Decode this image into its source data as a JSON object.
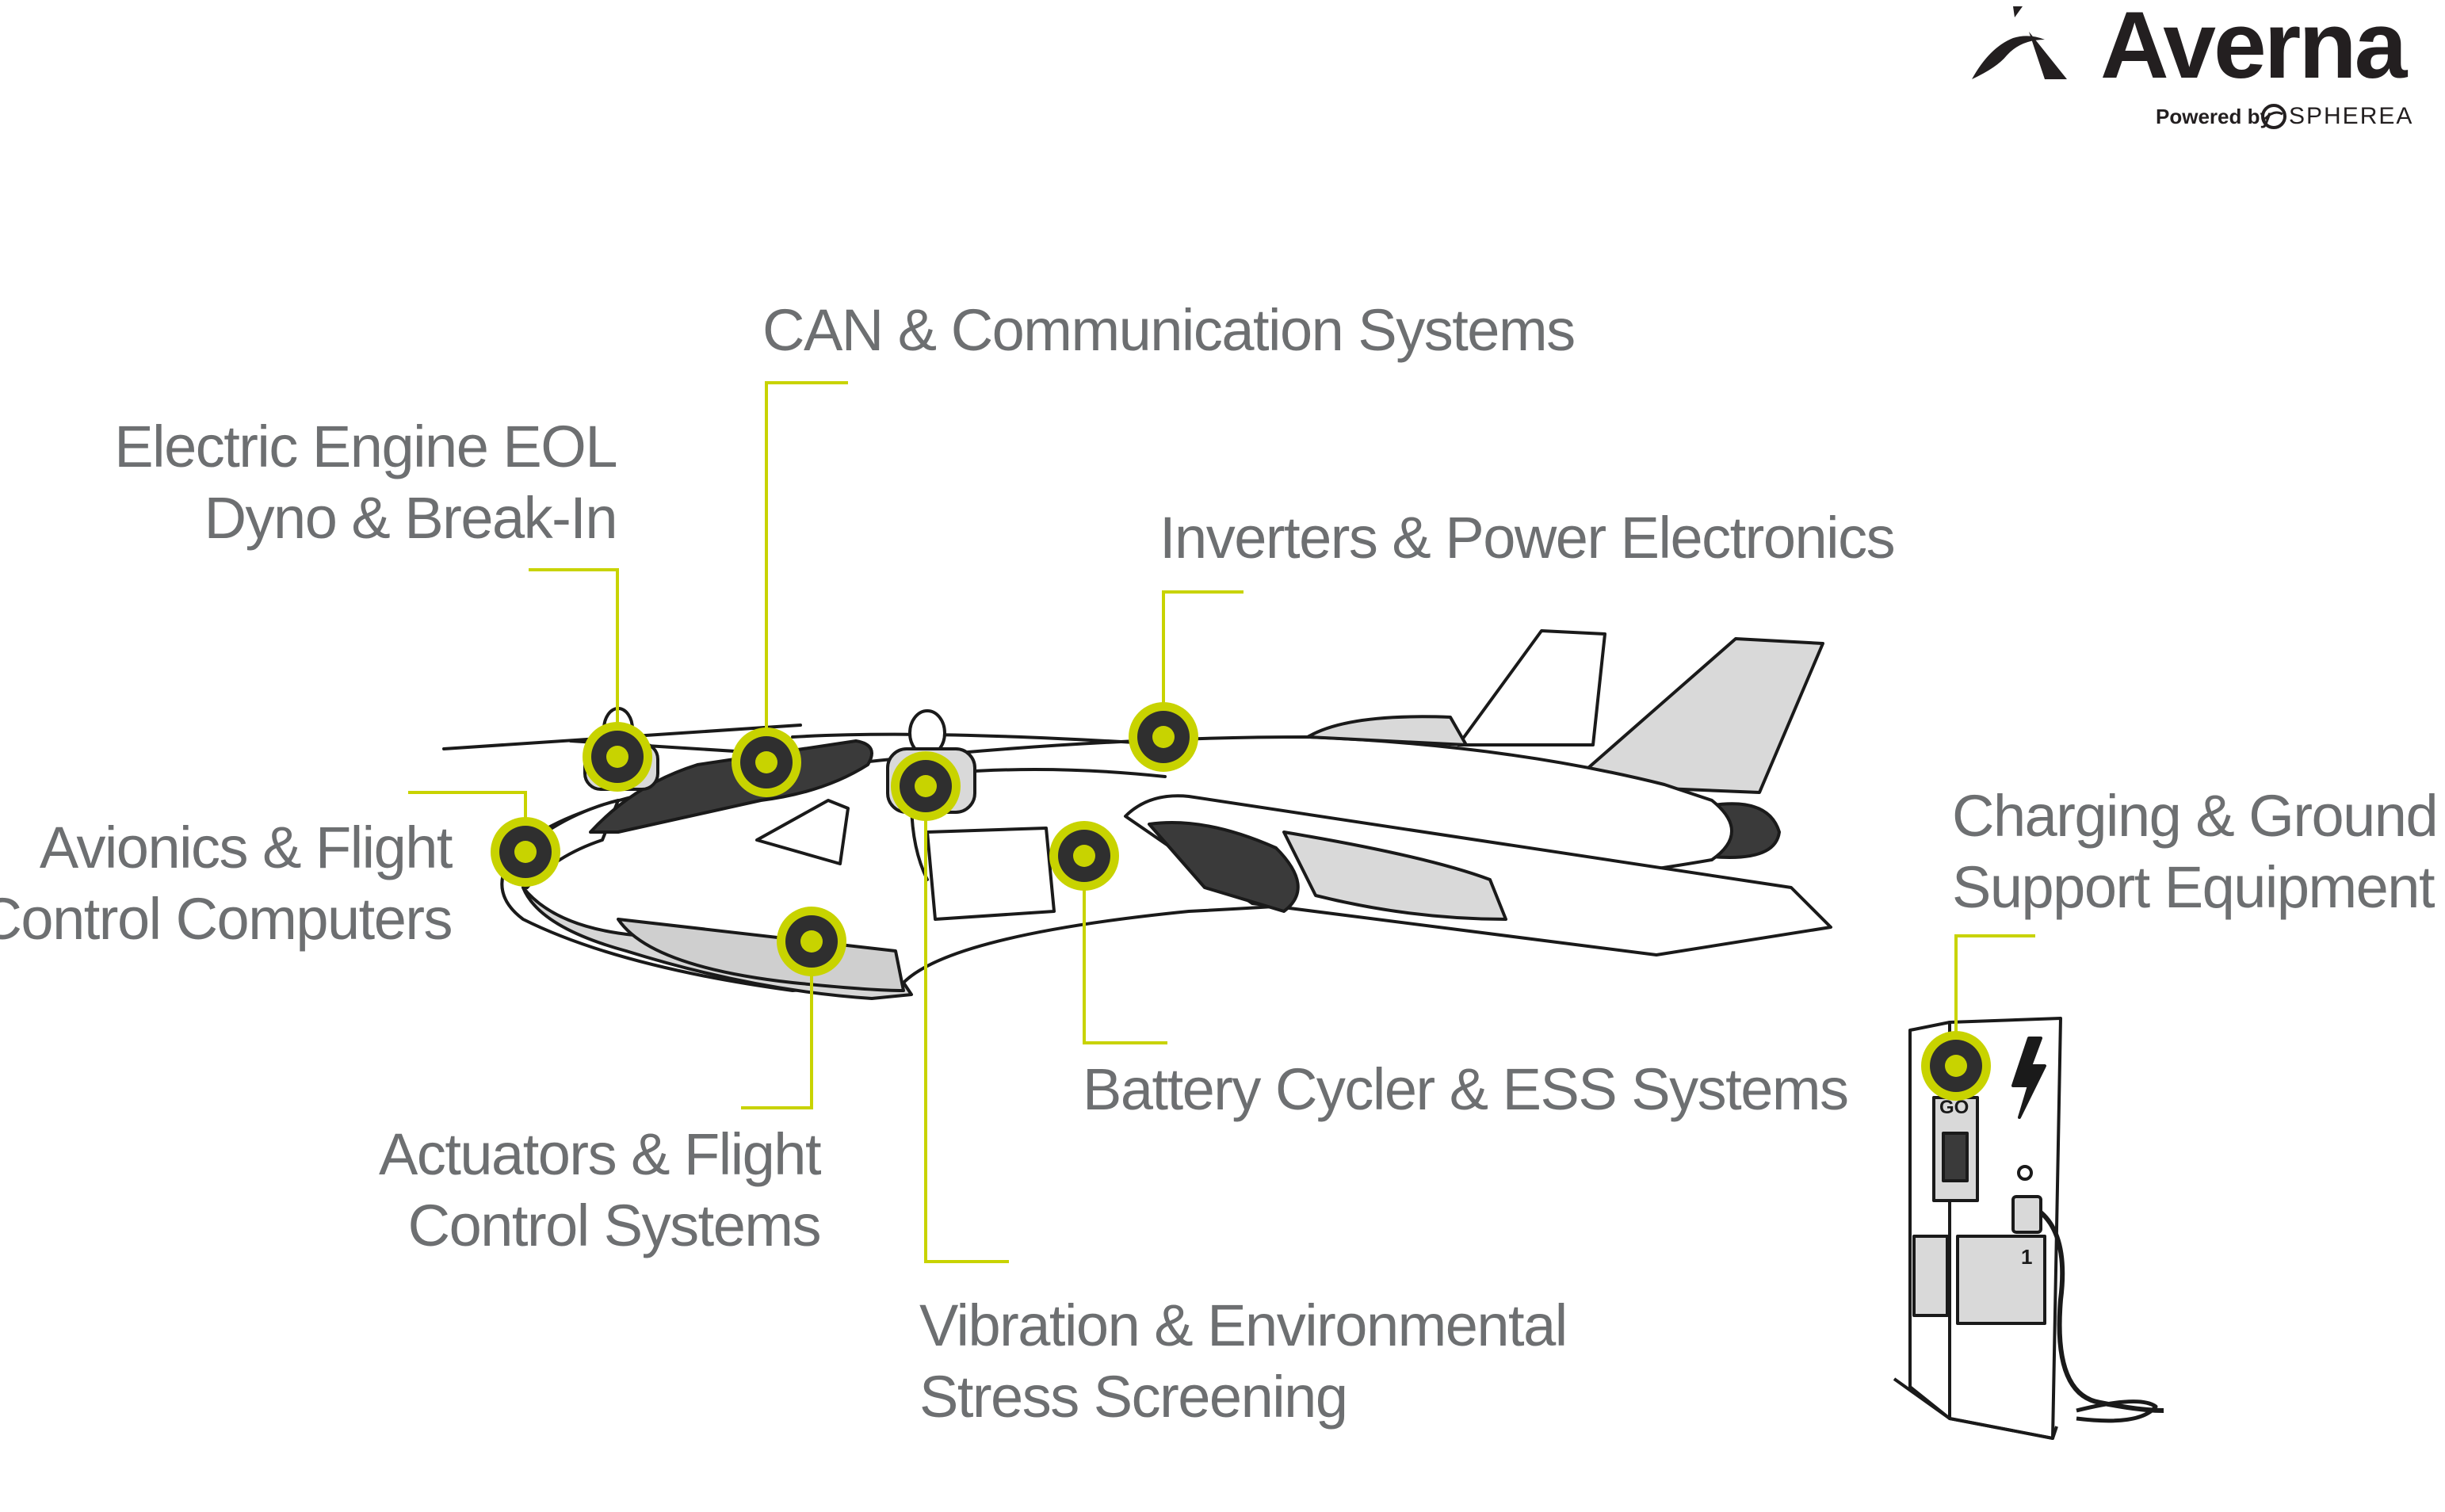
{
  "brand": {
    "name": "Averna",
    "tagline_prefix": "Powered by",
    "partner": "SPHEREA"
  },
  "colors": {
    "accent": "#c8d300",
    "text": "#6d6f71",
    "ink": "#231f20",
    "marker_fill": "#2f2f2f",
    "fuselage": "#d9d9d9"
  },
  "labels": {
    "can": [
      "CAN & Communication Systems"
    ],
    "engine": [
      "Electric Engine EOL",
      "Dyno & Break-In"
    ],
    "inverters": [
      "Inverters & Power Electronics"
    ],
    "avionics": [
      "Avionics & Flight",
      "Control Computers"
    ],
    "charging": [
      "Charging & Ground",
      "Support Equipment"
    ],
    "battery": [
      "Battery Cycler & ESS Systems"
    ],
    "actuators": [
      "Actuators & Flight",
      "Control Systems"
    ],
    "vibration": [
      "Vibration & Environmental",
      "Stress Screening"
    ]
  },
  "charger": {
    "display_text": "GO",
    "port_number": "1"
  }
}
